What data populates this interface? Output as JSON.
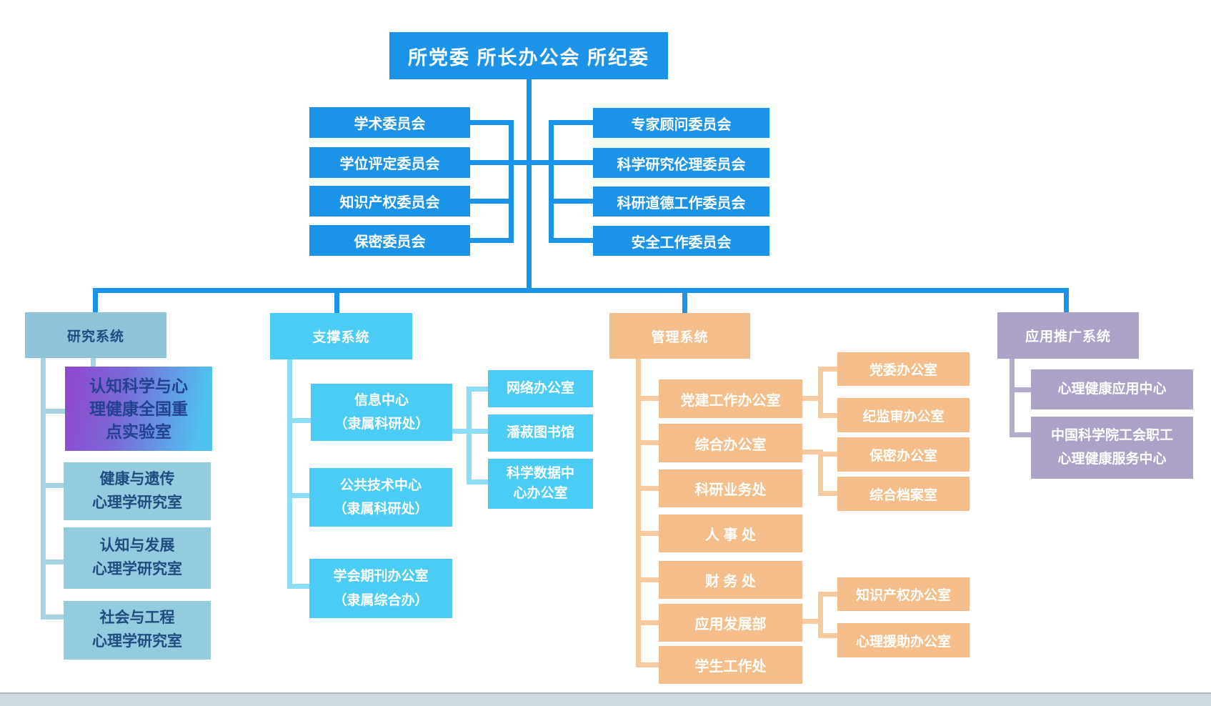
{
  "colors": {
    "blue": "#1B93E8",
    "research-header-bg": "#8FC3DA",
    "research-child-bg": "#93CCDE",
    "research-text": "#1F4C80",
    "research-line": "#A5D3E2",
    "gradient-from": "#9146CC",
    "gradient-mid": "#7B68D8",
    "gradient-to": "#4FC3F0",
    "gradient-text": "#22418F",
    "support-bg": "#4ACCF5",
    "support-line": "#8BDDF8",
    "management-bg": "#F5BD8A",
    "management-line": "#F7C99E",
    "promotion-bg": "#ACA2C8",
    "promotion-line": "#B4ABCC",
    "bottom-bar": "#CFD9E0"
  },
  "root": {
    "label": "所党委 所长办公会 所纪委"
  },
  "committees_left": [
    "学术委员会",
    "学位评定委员会",
    "知识产权委员会",
    "保密委员会"
  ],
  "committees_right": [
    "专家顾问委员会",
    "科学研究伦理委员会",
    "科研道德工作委员会",
    "安全工作委员会"
  ],
  "research": {
    "header": "研究系统",
    "key_lab": "认知科学与心\n理健康全国重\n点实验室",
    "labs": [
      "健康与遗传\n心理学研究室",
      "认知与发展\n心理学研究室",
      "社会与工程\n心理学研究室"
    ]
  },
  "support": {
    "header": "支撑系统",
    "units": [
      "信息中心\n（隶属科研处）",
      "公共技术中心\n（隶属科研处）",
      "学会期刊办公室\n（隶属综合办）"
    ],
    "info_center_units": [
      "网络办公室",
      "潘菽图书馆",
      "科学数据中\n心办公室"
    ]
  },
  "management": {
    "header": "管理系统",
    "departments": [
      "党建工作办公室",
      "综合办公室",
      "科研业务处",
      "人 事 处",
      "财 务 处",
      "应用发展部",
      "学生工作处"
    ],
    "party_building_offices": [
      "党委办公室",
      "纪监审办公室"
    ],
    "general_offices": [
      "保密办公室",
      "综合档案室"
    ],
    "application_offices": [
      "知识产权办公室",
      "心理援助办公室"
    ]
  },
  "promotion": {
    "header": "应用推广系统",
    "centers": [
      "心理健康应用中心",
      "中国科学院工会职工\n心理健康服务中心"
    ]
  }
}
